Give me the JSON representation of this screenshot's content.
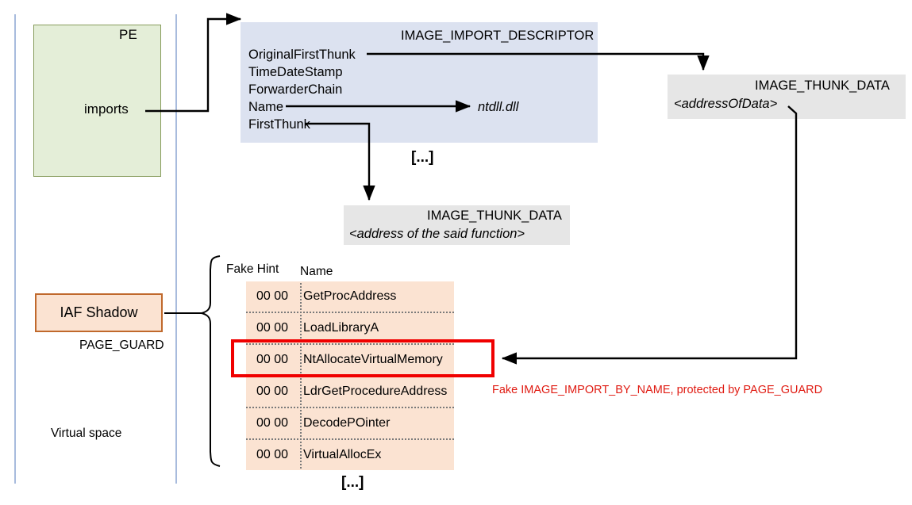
{
  "diagram": {
    "title": "PE import table / IAF Shadow fake IMAGE_IMPORT_BY_NAME layout",
    "colors": {
      "pe_fill": "#e4eed8",
      "pe_border": "#879c5c",
      "descriptor_fill": "#dce2f0",
      "thunk_fill": "#e6e6e6",
      "shadow_fill": "#fbe3d2",
      "shadow_border": "#c0692c",
      "highlight_red": "#f00000",
      "note_red": "#e01b12",
      "guide_blue": "#a8bbdd"
    }
  },
  "pe": {
    "title": "PE",
    "imports_label": "imports"
  },
  "descriptor": {
    "title": "IMAGE_IMPORT_DESCRIPTOR",
    "fields": [
      "OriginalFirstThunk",
      "TimeDateStamp",
      "ForwarderChain",
      "Name",
      "FirstThunk"
    ],
    "name_value": "ntdll.dll",
    "continuation": "[...]"
  },
  "thunk_right": {
    "title": "IMAGE_THUNK_DATA",
    "value": "<addressOfData>"
  },
  "thunk_lower": {
    "title": "IMAGE_THUNK_DATA",
    "value": "<address of the said function>"
  },
  "shadow": {
    "box_label": "IAF Shadow",
    "protection_label": "PAGE_GUARD",
    "region_label": "Virtual space"
  },
  "table": {
    "headers": {
      "hint": "Fake Hint",
      "name": "Name"
    },
    "rows": [
      {
        "hint": "00 00",
        "name": "GetProcAddress",
        "highlighted": false
      },
      {
        "hint": "00 00",
        "name": "LoadLibraryA",
        "highlighted": false
      },
      {
        "hint": "00 00",
        "name": "NtAllocateVirtualMemory",
        "highlighted": true
      },
      {
        "hint": "00 00",
        "name": "LdrGetProcedureAddress",
        "highlighted": false
      },
      {
        "hint": "00 00",
        "name": "DecodePOinter",
        "highlighted": false
      },
      {
        "hint": "00 00",
        "name": "VirtualAllocEx",
        "highlighted": false
      }
    ],
    "continuation": "[...]"
  },
  "annotation": {
    "red_note": "Fake IMAGE_IMPORT_BY_NAME, protected by PAGE_GUARD"
  }
}
